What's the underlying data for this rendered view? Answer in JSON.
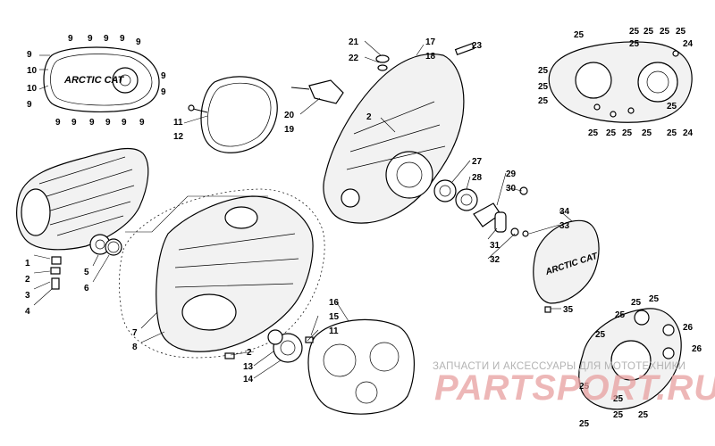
{
  "diagram": {
    "brand_text": "ARCTIC CAT",
    "watermark_line1": "ЗАПЧАСТИ И АКСЕССУАРЫ ДЛЯ МОТОТЕХНИКИ",
    "watermark_line2": "PARTSPORT.RU",
    "callouts": [
      {
        "id": "c9a",
        "label": "9"
      },
      {
        "id": "c9b",
        "label": "9"
      },
      {
        "id": "c9c",
        "label": "9"
      },
      {
        "id": "c9d",
        "label": "9"
      },
      {
        "id": "c9e",
        "label": "9"
      },
      {
        "id": "c9f",
        "label": "9"
      },
      {
        "id": "c9g",
        "label": "9"
      },
      {
        "id": "c9h",
        "label": "9"
      },
      {
        "id": "c9i",
        "label": "9"
      },
      {
        "id": "c9j",
        "label": "9"
      },
      {
        "id": "c9k",
        "label": "9"
      },
      {
        "id": "c9l",
        "label": "9"
      },
      {
        "id": "c9m",
        "label": "9"
      },
      {
        "id": "c9n",
        "label": "9"
      },
      {
        "id": "c9o",
        "label": "9"
      },
      {
        "id": "c10a",
        "label": "10"
      },
      {
        "id": "c10b",
        "label": "10"
      },
      {
        "id": "c11a",
        "label": "11"
      },
      {
        "id": "c12",
        "label": "12"
      },
      {
        "id": "c21",
        "label": "21"
      },
      {
        "id": "c22",
        "label": "22"
      },
      {
        "id": "c17",
        "label": "17"
      },
      {
        "id": "c18",
        "label": "18"
      },
      {
        "id": "c23",
        "label": "23"
      },
      {
        "id": "c20",
        "label": "20"
      },
      {
        "id": "c19",
        "label": "19"
      },
      {
        "id": "c2a",
        "label": "2"
      },
      {
        "id": "c27",
        "label": "27"
      },
      {
        "id": "c28",
        "label": "28"
      },
      {
        "id": "c29",
        "label": "29"
      },
      {
        "id": "c30",
        "label": "30"
      },
      {
        "id": "c31",
        "label": "31"
      },
      {
        "id": "c32",
        "label": "32"
      },
      {
        "id": "c34",
        "label": "34"
      },
      {
        "id": "c33",
        "label": "33"
      },
      {
        "id": "c35",
        "label": "35"
      },
      {
        "id": "c1",
        "label": "1"
      },
      {
        "id": "c2b",
        "label": "2"
      },
      {
        "id": "c3",
        "label": "3"
      },
      {
        "id": "c4",
        "label": "4"
      },
      {
        "id": "c5",
        "label": "5"
      },
      {
        "id": "c6",
        "label": "6"
      },
      {
        "id": "c7",
        "label": "7"
      },
      {
        "id": "c8",
        "label": "8"
      },
      {
        "id": "c16",
        "label": "16"
      },
      {
        "id": "c15",
        "label": "15"
      },
      {
        "id": "c11b",
        "label": "11"
      },
      {
        "id": "c2c",
        "label": "2"
      },
      {
        "id": "c13",
        "label": "13"
      },
      {
        "id": "c14",
        "label": "14"
      },
      {
        "id": "c25a",
        "label": "25"
      },
      {
        "id": "c25b",
        "label": "25"
      },
      {
        "id": "c25c",
        "label": "25"
      },
      {
        "id": "c25d",
        "label": "25"
      },
      {
        "id": "c25e",
        "label": "25"
      },
      {
        "id": "c25f",
        "label": "25"
      },
      {
        "id": "c25g",
        "label": "25"
      },
      {
        "id": "c25h",
        "label": "25"
      },
      {
        "id": "c25i",
        "label": "25"
      },
      {
        "id": "c25j",
        "label": "25"
      },
      {
        "id": "c25k",
        "label": "25"
      },
      {
        "id": "c25l",
        "label": "25"
      },
      {
        "id": "c25m",
        "label": "25"
      },
      {
        "id": "c25n",
        "label": "25"
      },
      {
        "id": "c25o",
        "label": "25"
      },
      {
        "id": "c24a",
        "label": "24"
      },
      {
        "id": "c24b",
        "label": "24"
      },
      {
        "id": "c25p",
        "label": "25"
      },
      {
        "id": "c25q",
        "label": "25"
      },
      {
        "id": "c25r",
        "label": "25"
      },
      {
        "id": "c25s",
        "label": "25"
      },
      {
        "id": "c25t",
        "label": "25"
      },
      {
        "id": "c25u",
        "label": "25"
      },
      {
        "id": "c25v",
        "label": "25"
      },
      {
        "id": "c25w",
        "label": "25"
      },
      {
        "id": "c25x",
        "label": "25"
      },
      {
        "id": "c26a",
        "label": "26"
      },
      {
        "id": "c26b",
        "label": "26"
      }
    ]
  }
}
